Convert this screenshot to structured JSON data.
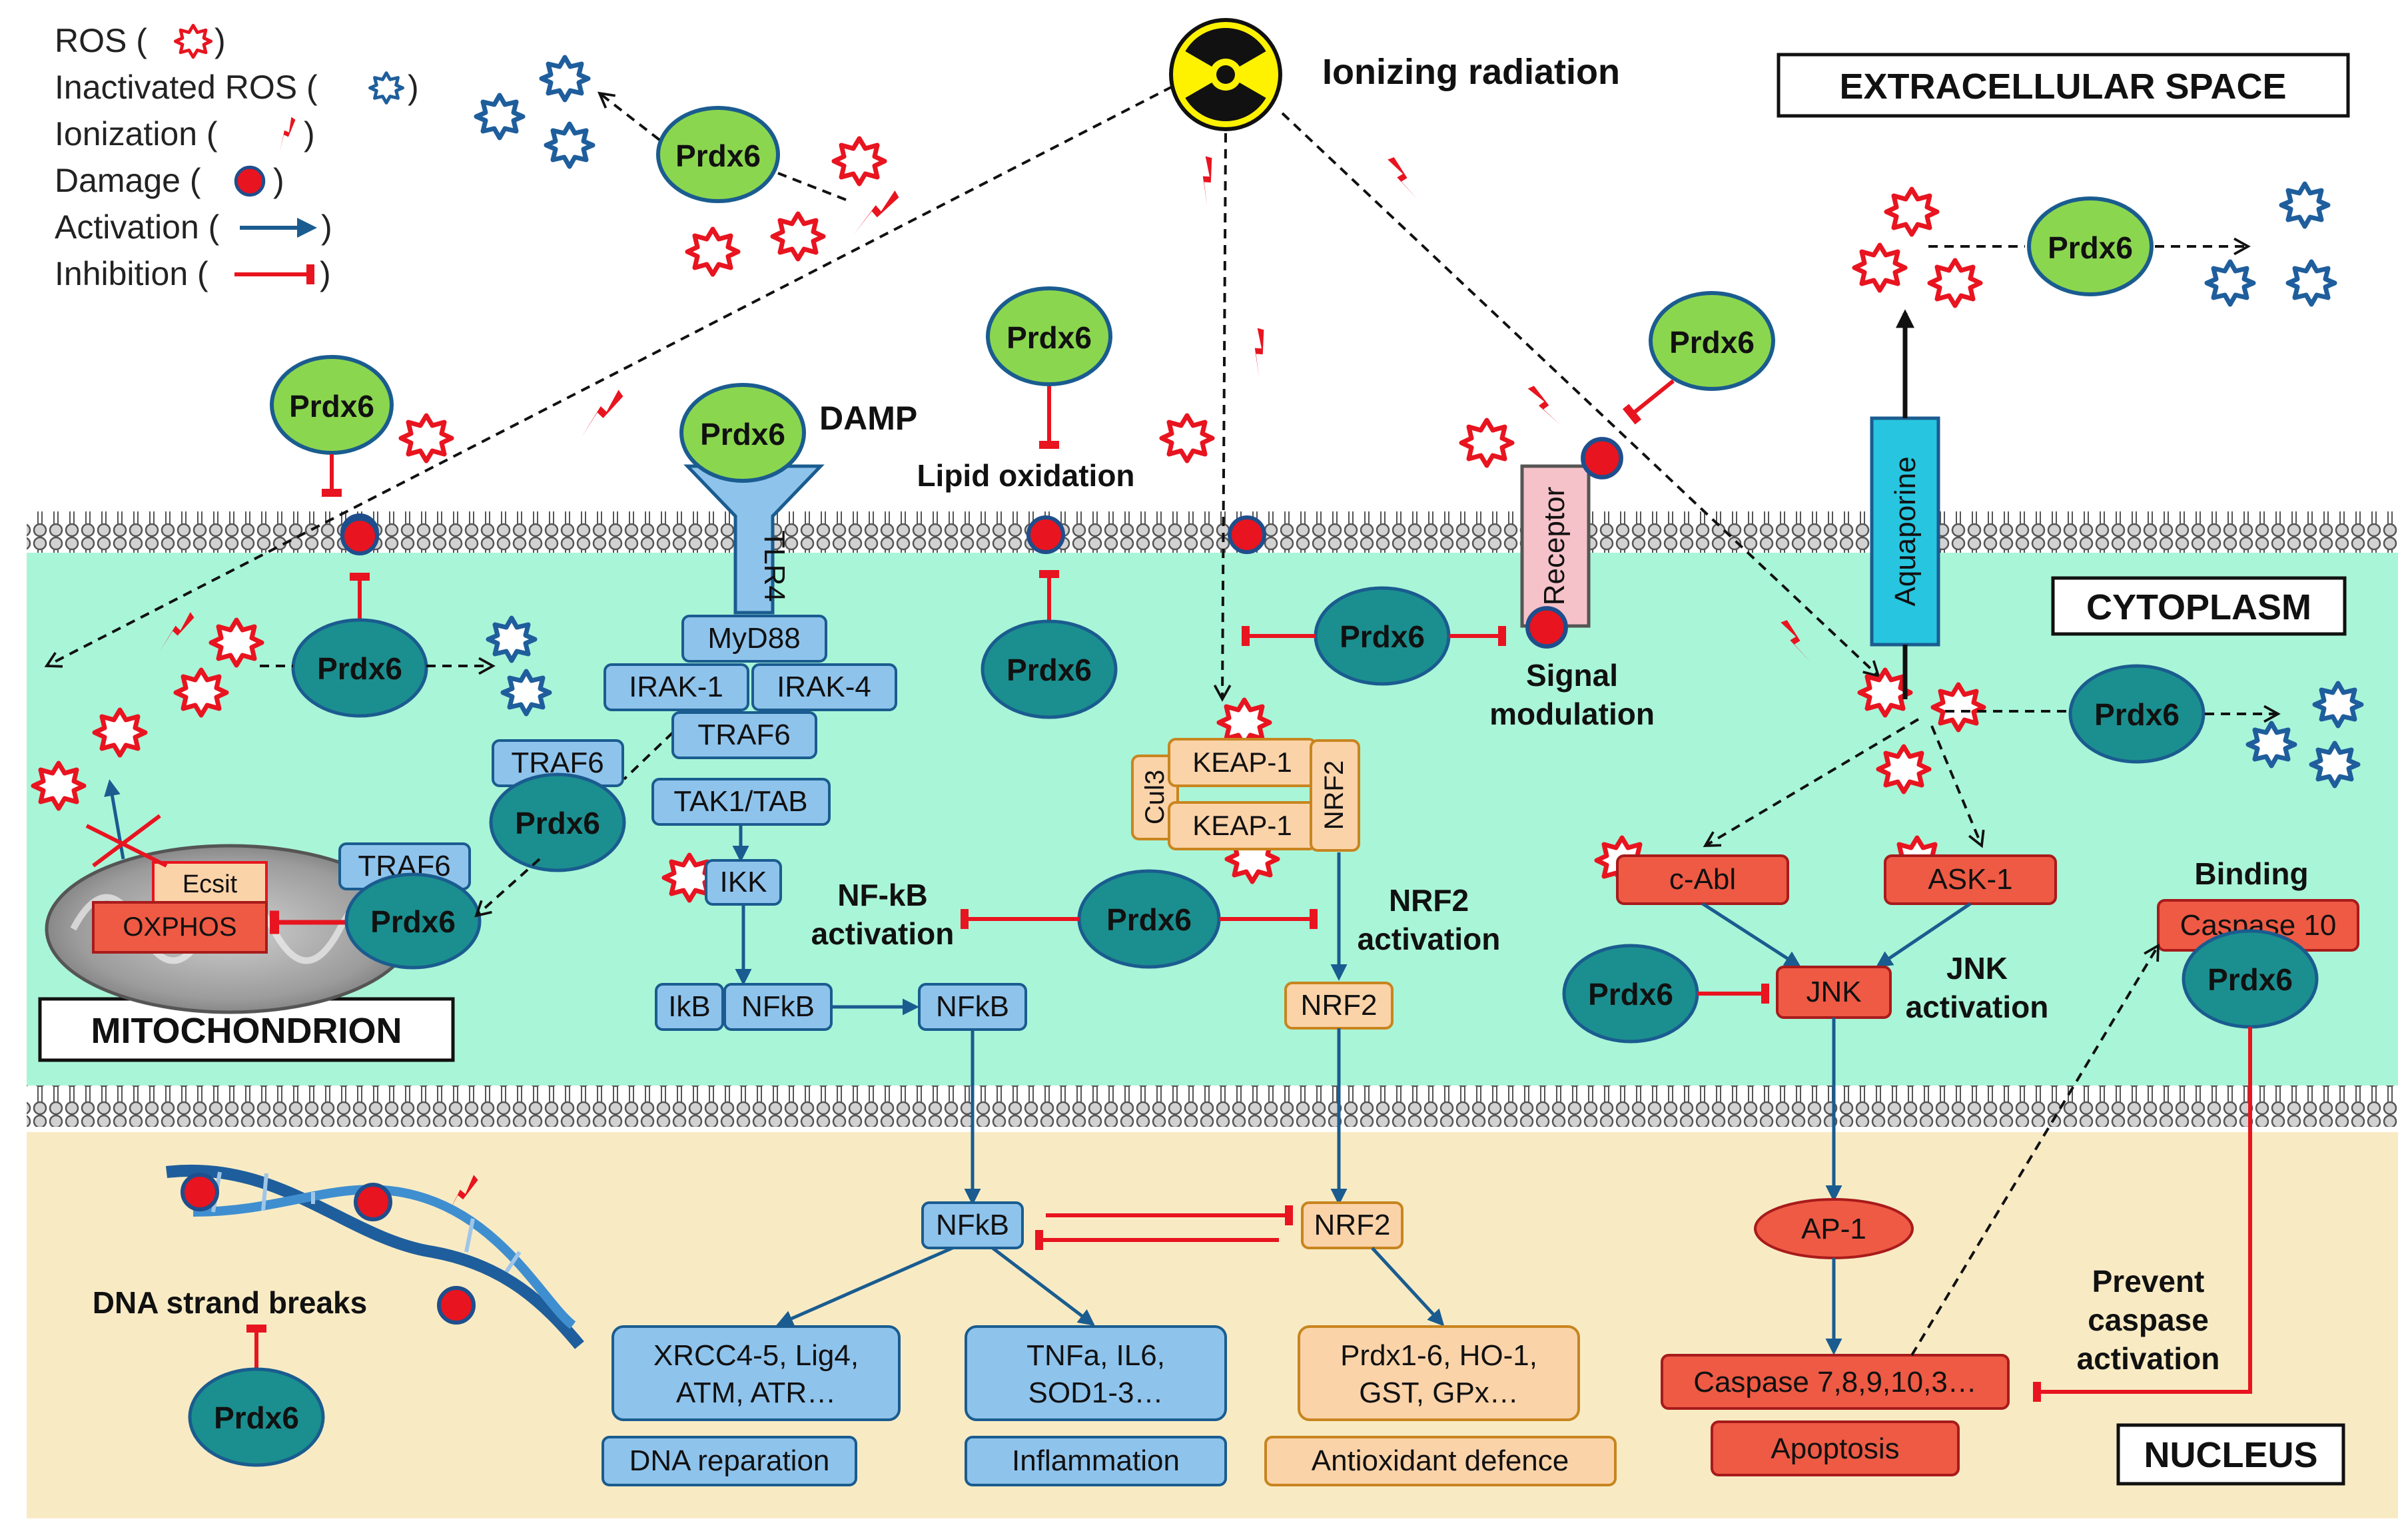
{
  "colors": {
    "cytoplasm": "#a9f5d8",
    "nucleus": "#f8ebc4",
    "membrane": "#c9c9c9",
    "prdx6_light": "#8bd64f",
    "prdx6_dark": "#1b8f8f",
    "blue_box": "#8ec3ec",
    "orange_box": "#fbd3a9",
    "red_box": "#ee5a44",
    "ros": "#e8141f",
    "inactive_ros": "#1f5e9c",
    "activation": "#1a5c8f",
    "inhibition": "#e8141f",
    "aquaporine": "#27c5df",
    "receptor": "#f6c2c9"
  },
  "legend": {
    "ros": "ROS (",
    "inactivated_ros": "Inactivated ROS (",
    "ionization": "Ionization (",
    "damage": "Damage (",
    "activation": "Activation (",
    "inhibition": "Inhibition (",
    "close": ")"
  },
  "regions": {
    "extracellular": "EXTRACELLULAR SPACE",
    "cytoplasm": "CYTOPLASM",
    "mitochondrion": "MITOCHONDRION",
    "nucleus": "NUCLEUS"
  },
  "labels": {
    "ionizing_radiation": "Ionizing radiation",
    "prdx6": "Prdx6",
    "damp": "DAMP",
    "lipid_oxidation": "Lipid oxidation",
    "signal_modulation_1": "Signal",
    "signal_modulation_2": "modulation",
    "nfkb_activation_1": "NF-kB",
    "nfkb_activation_2": "activation",
    "nrf2_activation_1": "NRF2",
    "nrf2_activation_2": "activation",
    "jnk_activation_1": "JNK",
    "jnk_activation_2": "activation",
    "binding": "Binding",
    "prevent_1": "Prevent",
    "prevent_2": "caspase",
    "prevent_3": "activation",
    "dna_strand_breaks": "DNA strand breaks",
    "receptor": "Receptor",
    "aquaporine": "Aquaporine",
    "tlr4": "TLR4",
    "cul3": "Cul3",
    "nrf2_vertical": "NRF2"
  },
  "boxes": {
    "myd88": "MyD88",
    "irak1": "IRAK-1",
    "irak4": "IRAK-4",
    "traf6_main": "TRAF6",
    "traf6_side": "TRAF6",
    "traf6_mito": "TRAF6",
    "tak1": "TAK1/TAB",
    "ikk": "IKK",
    "ikb": "IkB",
    "nfkb_cyto_1": "NFkB",
    "nfkb_cyto_2": "NFkB",
    "nfkb_nuc": "NFkB",
    "keap1_top": "KEAP-1",
    "keap1_bottom": "KEAP-1",
    "nrf2_cyto": "NRF2",
    "nrf2_nuc": "NRF2",
    "ecsit": "Ecsit",
    "oxphos": "OXPHOS",
    "c_abl": "c-Abl",
    "ask1": "ASK-1",
    "jnk": "JNK",
    "ap1": "AP-1",
    "caspase10": "Caspase 10",
    "caspase_set": "Caspase 7,8,9,10,3…",
    "apoptosis": "Apoptosis",
    "dna_genes_1": "XRCC4-5, Lig4,",
    "dna_genes_2": "ATM, ATR…",
    "dna_reparation": "DNA reparation",
    "infl_genes_1": "TNFa, IL6,",
    "infl_genes_2": "SOD1-3…",
    "inflammation": "Inflammation",
    "antiox_genes_1": "Prdx1-6, HO-1,",
    "antiox_genes_2": "GST, GPx…",
    "antioxidant_defence": "Antioxidant defence"
  }
}
